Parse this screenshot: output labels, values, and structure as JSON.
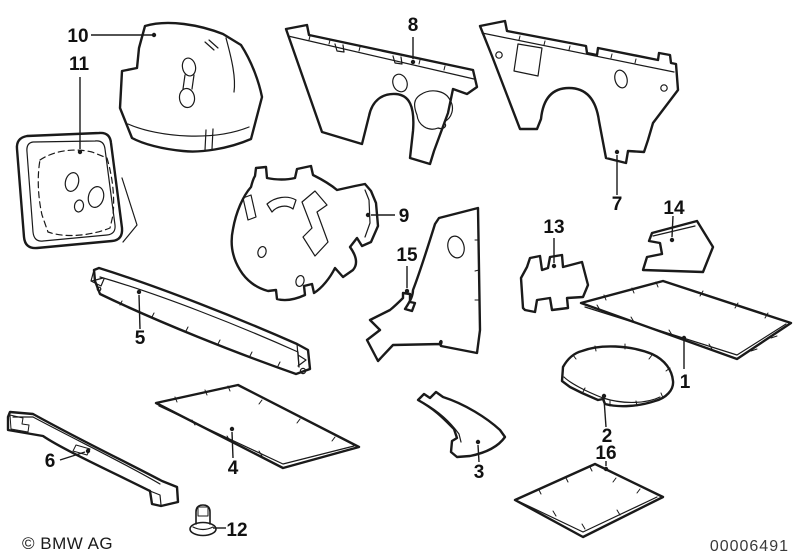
{
  "diagram": {
    "copyright": "© BMW AG",
    "drawing_number": "00006491",
    "part_labels": [
      "1",
      "2",
      "3",
      "4",
      "5",
      "6",
      "7",
      "8",
      "9",
      "10",
      "11",
      "12",
      "13",
      "14",
      "15",
      "16"
    ]
  },
  "colors": {
    "ink": "#1a1a1a",
    "background": "#ffffff"
  }
}
